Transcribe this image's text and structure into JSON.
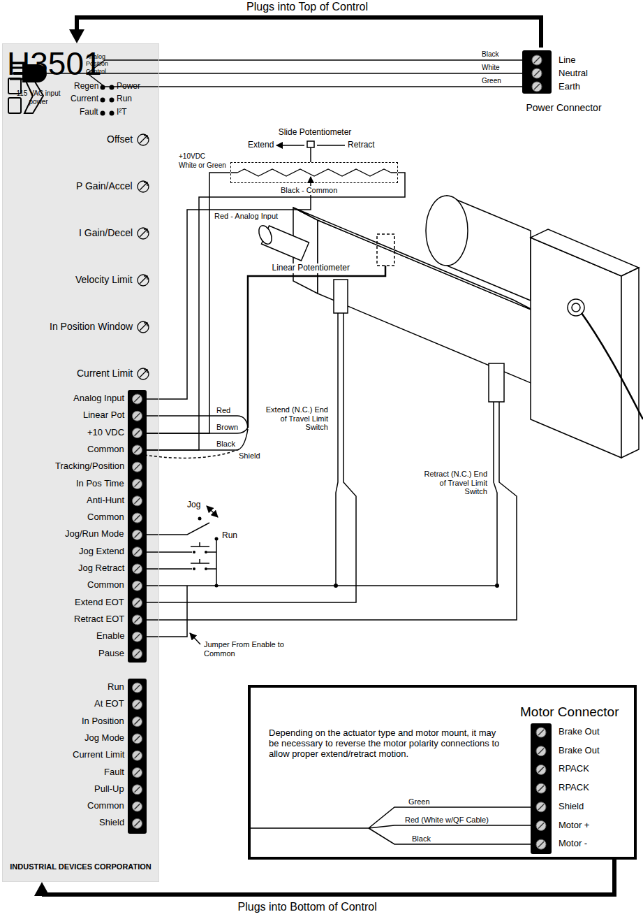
{
  "diagram": {
    "nodes": [
      {
        "text": [
          "H3501",
          "Analog Position Control",
          "INDUSTRIAL DEVICES CORPORATION"
        ]
      },
      {
        "text": [
          "Power Connector"
        ]
      },
      {
        "text": [
          "Motor Connector",
          "Depending on the actuator type and motor mount, it may be necessary to reverse the motor polarity connections to allow proper extend/retract motion."
        ]
      },
      {
        "text": [
          "Slide Potentiometer"
        ]
      }
    ],
    "edges": [
      {
        "from": 1,
        "to": 0,
        "arrow": "to",
        "label": "Plugs into Top of Control"
      },
      {
        "from": 2,
        "to": 0,
        "arrow": "to",
        "label": "Plugs into Bottom of Control"
      },
      {
        "from": 3,
        "to": 0,
        "arrow": "none",
        "label": "Red - Analog Input"
      },
      {
        "from": 3,
        "to": 0,
        "arrow": "none"
      },
      {
        "from": 3,
        "to": 0,
        "arrow": "none",
        "label": "Black - Common"
      }
    ],
    "labels": [
      "Regen",
      "Current",
      "Fault",
      "Power",
      "Run",
      "I²T",
      "Offset",
      "P Gain/Accel",
      "I Gain/Decel",
      "Velocity Limit",
      "In Position Window",
      "Current Limit",
      "Analog Input",
      "Linear Pot",
      "+10 VDC",
      "Common",
      "Tracking/Position",
      "In Pos Time",
      "Anti-Hunt",
      "Common",
      "Jog/Run Mode",
      "Jog Extend",
      "Jog Retract",
      "Common",
      "Extend EOT",
      "Retract EOT",
      "Enable",
      "Pause",
      "Run",
      "At EOT",
      "In Position",
      "Jog Mode",
      "Current Limit",
      "Fault",
      "Pull-Up",
      "Common",
      "Shield",
      "Black",
      "White",
      "Green",
      "115 VAC input power",
      "Line",
      "Neutral",
      "Earth",
      "Extend",
      "Retract",
      "+10VDC",
      "White or Green",
      "Linear Potentiometer",
      "Red",
      "Brown",
      "Black",
      "Shield",
      "Extend (N.C.) End of Travel Limit Switch",
      "Retract (N.C.) End of Travel Limit Switch",
      "Jog",
      "Run",
      "Jumper From Enable to Common",
      "Brake Out",
      "Brake Out",
      "RPACK",
      "RPACK",
      "Shield",
      "Motor +",
      "Motor -",
      "Green",
      "Red (White w/QF Cable)",
      "Black"
    ]
  }
}
